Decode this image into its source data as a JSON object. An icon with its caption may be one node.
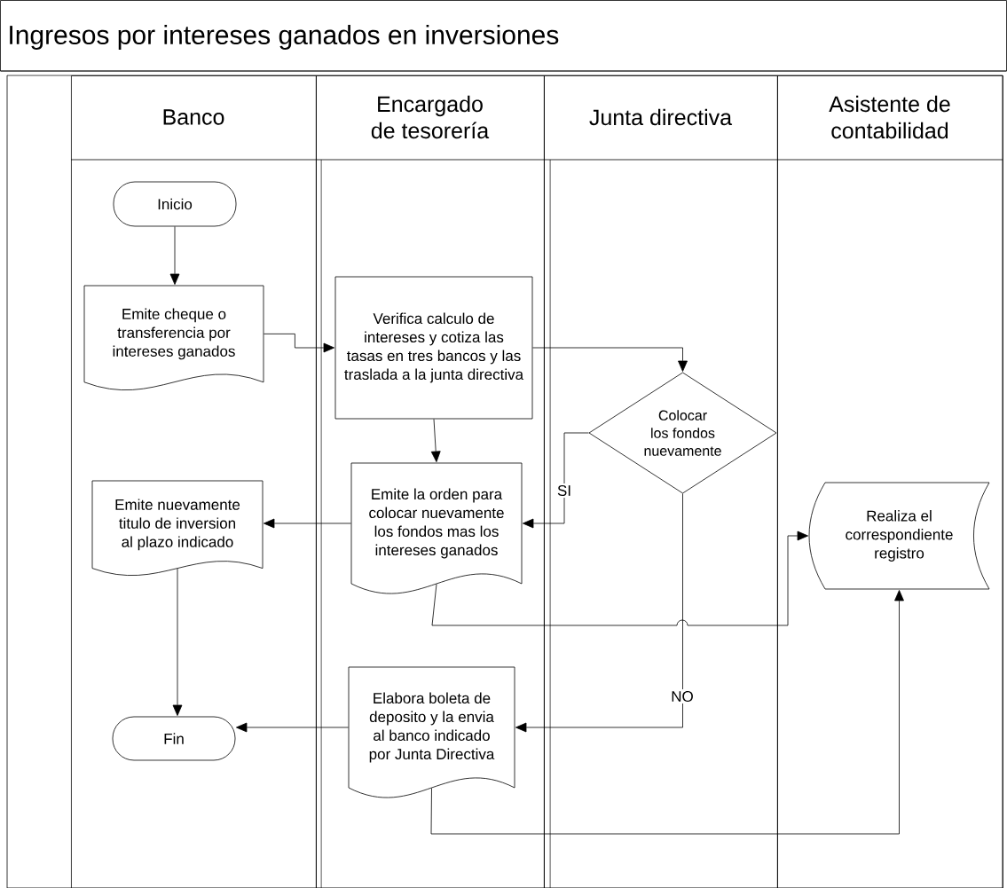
{
  "diagram": {
    "title": "Ingresos por intereses ganados en inversiones",
    "nodes": [
      {
        "text": [
          "Banco"
        ]
      },
      {
        "text": [
          "Encargado de tesorería"
        ]
      },
      {
        "text": [
          "Junta directiva"
        ]
      },
      {
        "text": [
          "Asistente de contabilidad"
        ]
      },
      {
        "text": [
          "Inicio"
        ],
        "in": 0
      },
      {
        "text": [
          "Emite cheque o transferencia por intereses ganados"
        ],
        "in": 0
      },
      {
        "text": [
          "Verifica calculo de intereses y cotiza las tasas en tres bancos y las traslada a la junta directiva"
        ],
        "in": 1
      },
      {
        "text": [
          "Colocar los fondos nuevamente"
        ],
        "in": 2
      },
      {
        "text": [
          "Emite la orden para colocar nuevamente los fondos mas los intereses ganados"
        ],
        "in": 1
      },
      {
        "text": [
          "Emite nuevamente titulo de inversion al plazo indicado"
        ],
        "in": 0
      },
      {
        "text": [
          "Realiza el correspondiente registro"
        ],
        "in": 3
      },
      {
        "text": [
          "Elabora boleta de deposito y la envia al banco indicado por Junta Directiva"
        ],
        "in": 1
      },
      {
        "text": [
          "Fin"
        ],
        "in": 0
      }
    ],
    "edges": [
      {
        "from": 4,
        "to": 5,
        "arrow": "to"
      },
      {
        "from": 5,
        "to": 6,
        "arrow": "to"
      },
      {
        "from": 6,
        "to": 7,
        "arrow": "to"
      },
      {
        "from": 6,
        "to": 8,
        "arrow": "to"
      },
      {
        "from": 7,
        "to": 8,
        "arrow": "to",
        "label": "SI"
      },
      {
        "from": 8,
        "to": 9,
        "arrow": "to"
      },
      {
        "from": 8,
        "to": 10,
        "arrow": "to"
      },
      {
        "from": 7,
        "to": 11,
        "arrow": "to",
        "label": "NO"
      },
      {
        "from": 9,
        "to": 12,
        "arrow": "to"
      },
      {
        "from": 11,
        "to": 12,
        "arrow": "to"
      },
      {
        "from": 11,
        "to": 10,
        "arrow": "to"
      }
    ]
  }
}
